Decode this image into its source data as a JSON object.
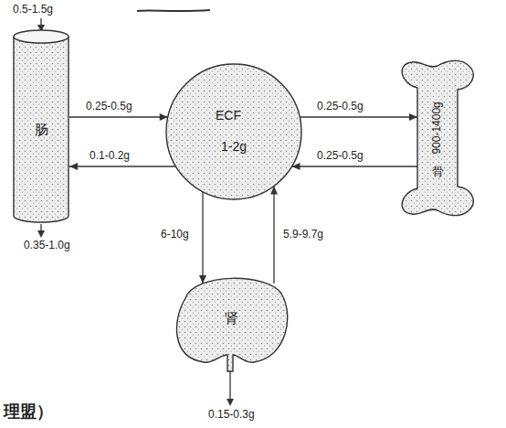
{
  "diagram": {
    "nodes": [
      {
        "text": [
          "肠"
        ]
      },
      {
        "text": [
          "ECF",
          "1-2g"
        ]
      },
      {
        "text": [
          "900-1400g",
          "骨"
        ]
      },
      {
        "text": [
          "肾"
        ]
      }
    ],
    "edges": [
      {
        "from": 0,
        "to": 1,
        "label": "0.25-0.5g",
        "arrow": "to"
      },
      {
        "from": 1,
        "to": 0,
        "label": "0.1-0.2g",
        "arrow": "to"
      },
      {
        "from": 1,
        "to": 2,
        "label": "0.25-0.5g",
        "arrow": "to"
      },
      {
        "from": 2,
        "to": 1,
        "label": "0.25-0.5g",
        "arrow": "to"
      },
      {
        "from": 1,
        "to": 3,
        "label": "6-10g",
        "arrow": "to"
      },
      {
        "from": 3,
        "to": 1,
        "label": "5.9-9.7g",
        "arrow": "to"
      }
    ],
    "labels": [
      "0.5-1.5g",
      "0.35-1.0g",
      "0.15-0.3g",
      "理盟）"
    ]
  }
}
